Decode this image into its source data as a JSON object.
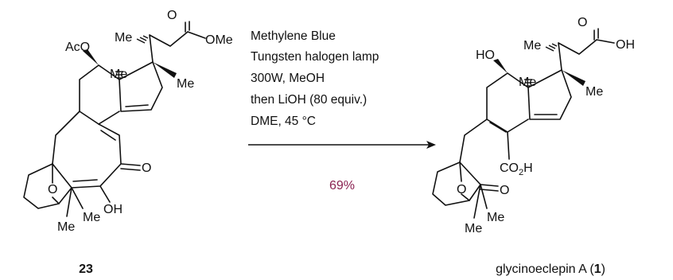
{
  "reaction": {
    "conditions": [
      "Methylene Blue",
      "Tungsten halogen lamp",
      "300W, MeOH",
      "then LiOH (80 equiv.)",
      "DME, 45 °C"
    ],
    "yield": "69%",
    "yield_color": "#8b2252"
  },
  "starting_material": {
    "label": "23",
    "atoms": {
      "ome": "OMe",
      "o_ester": "O",
      "me_side": "Me",
      "aco": "AcO",
      "me_ring1": "Me",
      "me_ring2": "Me",
      "ketone_o": "O",
      "bridge_o": "O",
      "oh": "OH",
      "me_gem1": "Me",
      "me_gem2": "Me"
    }
  },
  "product": {
    "label_prefix": "glycinoeclepin A (",
    "label_num": "1",
    "label_suffix": ")",
    "atoms": {
      "acid_o": "O",
      "acid_oh": "OH",
      "me_side": "Me",
      "ho": "HO",
      "me_ring1": "Me",
      "me_ring2": "Me",
      "co2h_pre": "CO",
      "co2h_sub": "2",
      "co2h_post": "H",
      "bridge_o": "O",
      "ketone_o": "O",
      "me_gem1": "Me",
      "me_gem2": "Me"
    }
  }
}
